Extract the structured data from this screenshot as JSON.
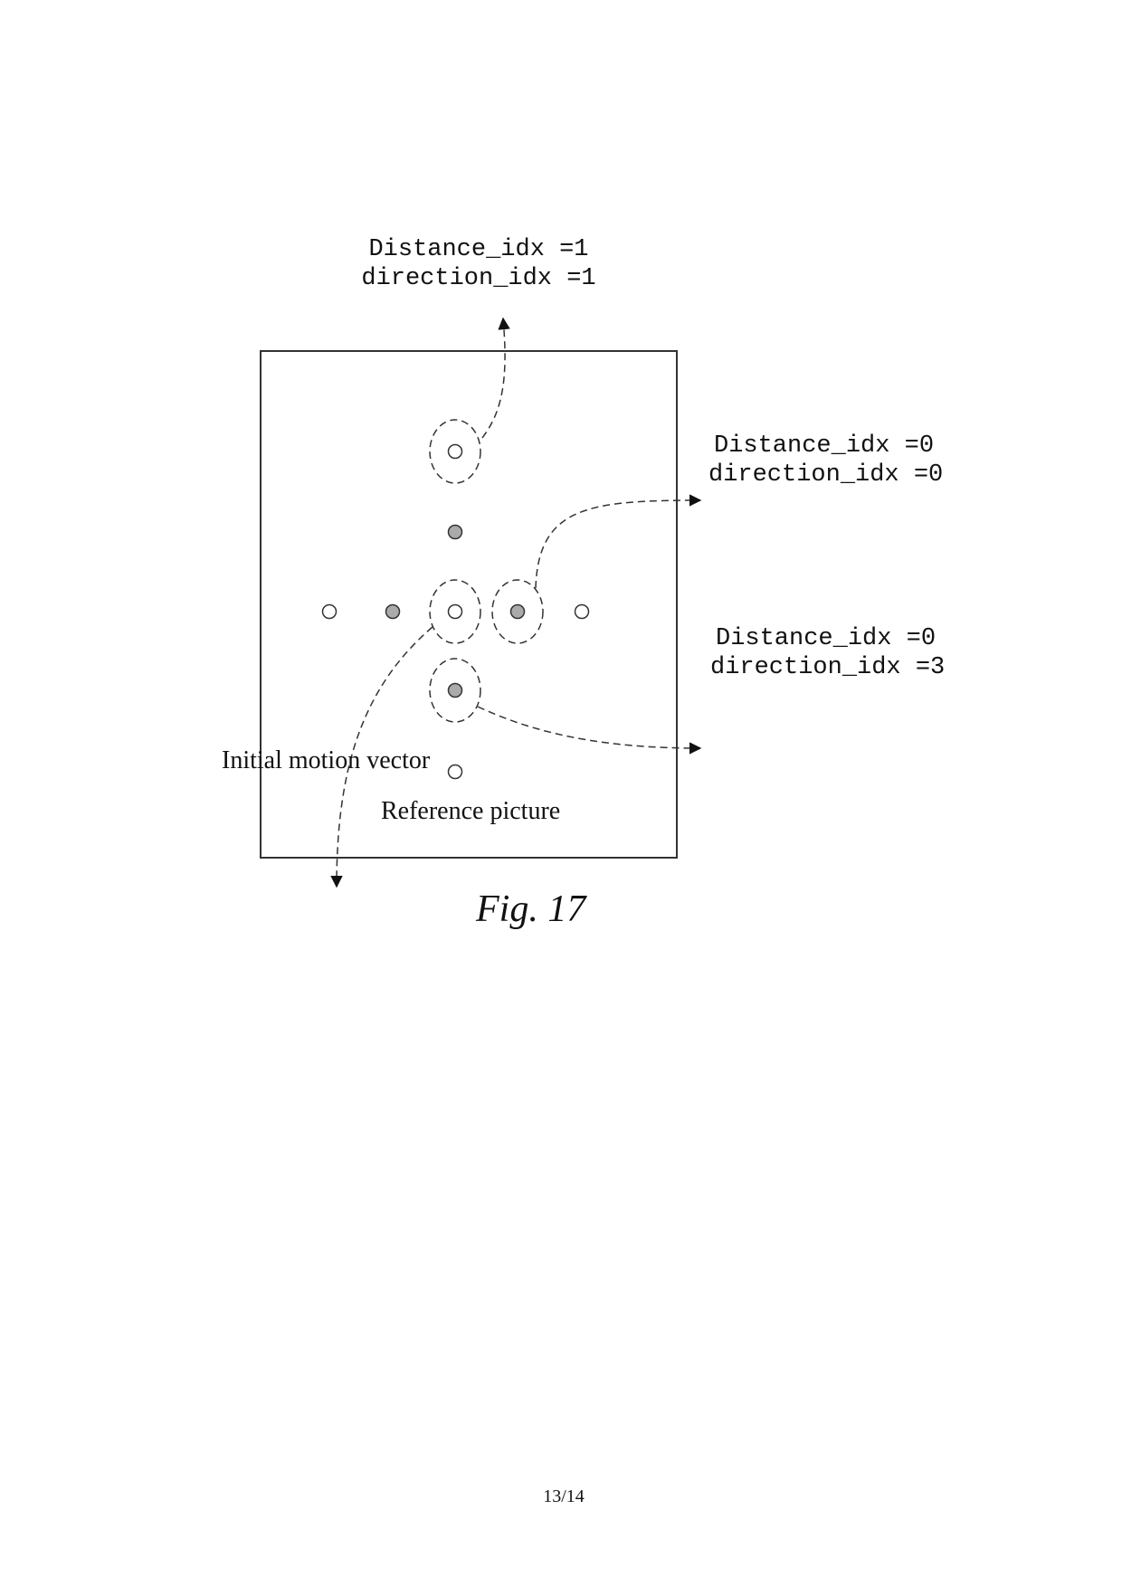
{
  "figure": {
    "labels": {
      "top": {
        "line1": "Distance_idx =1",
        "line2": "direction_idx =1"
      },
      "right_upper": {
        "line1": "Distance_idx =0",
        "line2": "direction_idx =0"
      },
      "right_lower": {
        "line1": "Distance_idx =0",
        "line2": "direction_idx =3"
      },
      "initial": "Initial motion vector"
    },
    "caption": "Reference picture",
    "title": "Fig. 17"
  },
  "page_number": "13/14"
}
